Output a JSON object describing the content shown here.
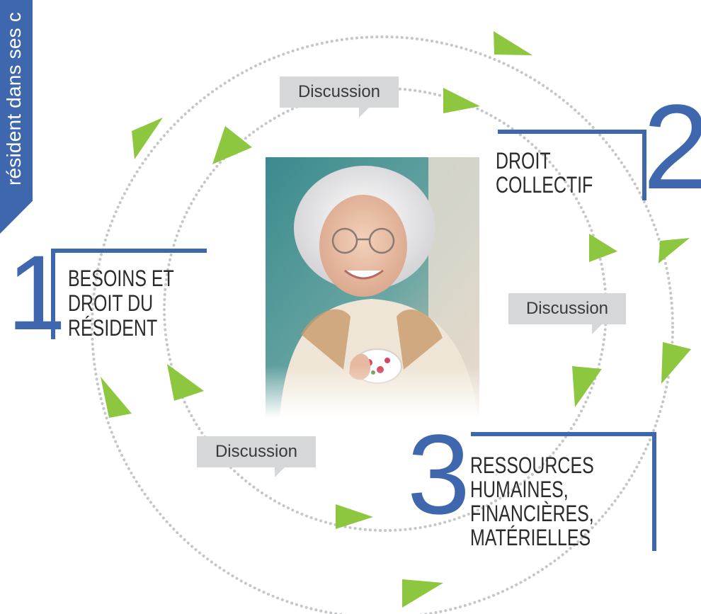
{
  "side_tab": {
    "text": "résident dans ses c"
  },
  "sections": [
    {
      "number": "1",
      "title_lines": [
        "BESOINS ET",
        "DROIT DU",
        "RÉSIDENT"
      ]
    },
    {
      "number": "2",
      "title_lines": [
        "DROIT",
        "COLLECTIF"
      ]
    },
    {
      "number": "3",
      "title_lines": [
        "RESSOURCES",
        "HUMAINES,",
        "FINANCIÈRES,",
        "MATÉRIELLES"
      ]
    }
  ],
  "bubbles": [
    "Discussion",
    "Discussion",
    "Discussion"
  ],
  "colors": {
    "accent_blue": "#3f67ad",
    "arrow_green": "#8dc63f",
    "circle_gray": "#c4c6c8",
    "bubble_gray": "#d5d7d8"
  },
  "photo": {
    "icon": "elderly-woman-with-teacup-photo"
  }
}
